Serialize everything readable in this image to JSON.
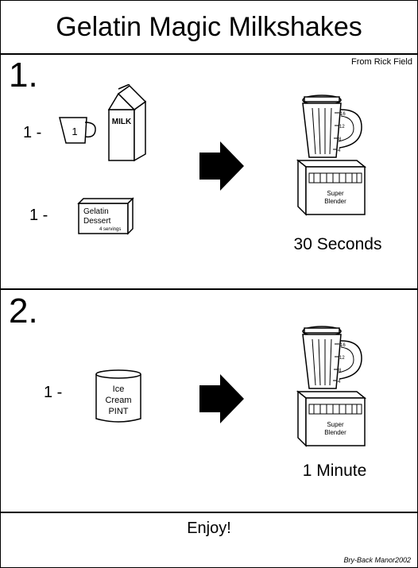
{
  "title": "Gelatin Magic Milkshakes",
  "credit": "From Rick Field",
  "steps": [
    {
      "number": "1.",
      "ingredients": [
        {
          "quantity": "1  -",
          "item": "measuring-cup",
          "label": "1"
        },
        {
          "item": "milk-carton",
          "label": "MILK"
        },
        {
          "quantity": "1  -",
          "item": "gelatin-box",
          "label_line1": "Gelatin",
          "label_line2": "Dessert",
          "label_line3": "4 servings"
        }
      ],
      "blender_label_line1": "Super",
      "blender_label_line2": "Blender",
      "duration": "30 Seconds"
    },
    {
      "number": "2.",
      "ingredients": [
        {
          "quantity": "1  -",
          "item": "ice-cream-pint",
          "label_line1": "Ice",
          "label_line2": "Cream",
          "label_line3": "PINT"
        }
      ],
      "blender_label_line1": "Super",
      "blender_label_line2": "Blender",
      "duration": "1 Minute"
    }
  ],
  "footer": {
    "enjoy": "Enjoy!",
    "signature": "Bry-Back Manor2002"
  },
  "blender_marks": [
    "16",
    "12",
    "8",
    "4"
  ]
}
